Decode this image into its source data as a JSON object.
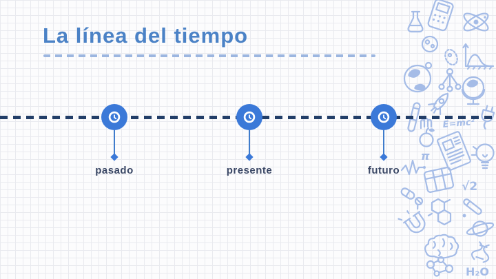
{
  "slide": {
    "title": "La línea del tiempo",
    "timeline": {
      "items": [
        {
          "label": "pasado",
          "icon": "clock-icon"
        },
        {
          "label": "presente",
          "icon": "clock-icon"
        },
        {
          "label": "futuro",
          "icon": "clock-icon"
        }
      ]
    },
    "doodles": {
      "texts": {
        "emc2": "E=mc²",
        "pi": "π",
        "sqrt2": "√2",
        "h2o": "H₂O"
      },
      "icons": [
        "flask-icon",
        "calculator-icon",
        "atom-icon",
        "microbe-icon",
        "chart-icon",
        "globe-icon",
        "network-icon",
        "globe-stand-icon",
        "rocket-icon",
        "test-tube-icon",
        "hand-icon",
        "apple-icon",
        "plug-icon",
        "newspaper-icon",
        "lightbulb-icon",
        "heartbeat-icon",
        "calculator2-icon",
        "pills-icon",
        "hexagon-molecule-icon",
        "test-tube2-icon",
        "magnet-icon",
        "saturn-icon",
        "brain-icon",
        "dna-icon",
        "molecule2-icon"
      ]
    },
    "colors": {
      "title_blue": "#4b82c6",
      "underline_blue": "#9cb6e0",
      "timeline_navy": "#223e68",
      "marker_blue": "#3b79d8",
      "label_navy": "#3a4765",
      "doodle_blue": "#a5bce7",
      "grid_line": "#e9eaef",
      "background": "#fcfcfd"
    }
  }
}
